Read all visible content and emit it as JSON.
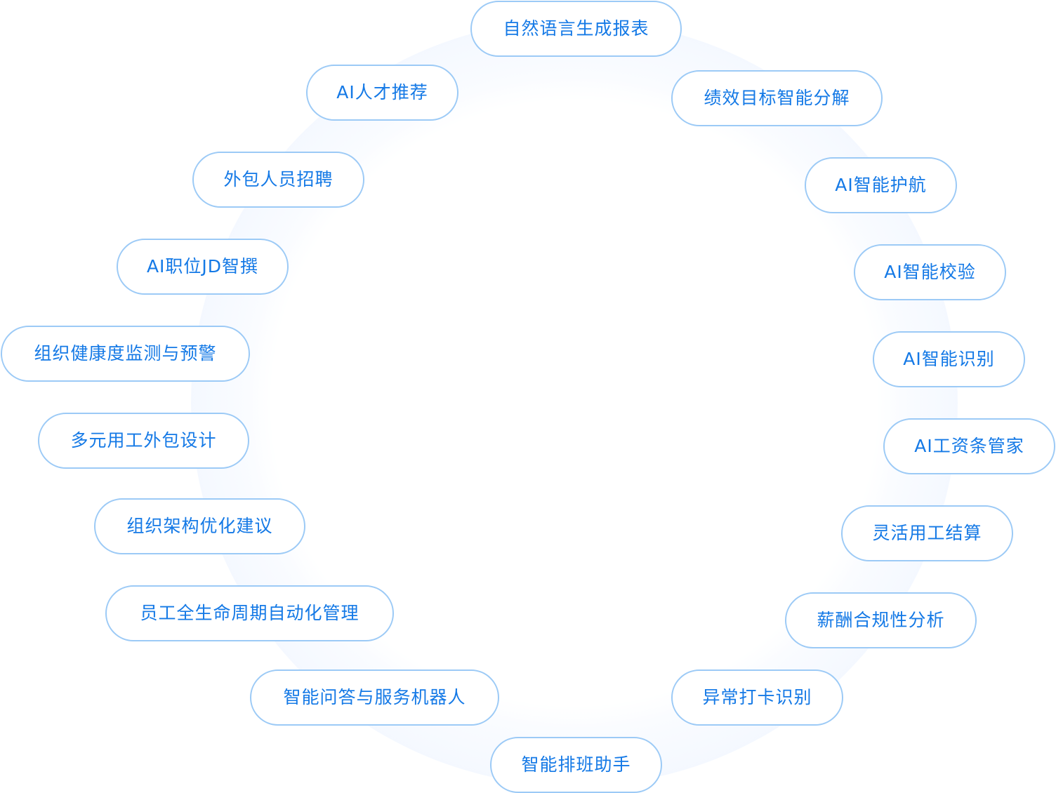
{
  "diagram": {
    "items": [
      "自然语言生成报表",
      "绩效目标智能分解",
      "AI智能护航",
      "AI智能校验",
      "AI智能识别",
      "AI工资条管家",
      "灵活用工结算",
      "薪酬合规性分析",
      "异常打卡识别",
      "智能排班助手",
      "智能问答与服务机器人",
      "员工全生命周期自动化管理",
      "组织架构优化建议",
      "多元用工外包设计",
      "组织健康度监测与预警",
      "AI职位JD智撰",
      "外包人员招聘",
      "AI人才推荐"
    ]
  }
}
